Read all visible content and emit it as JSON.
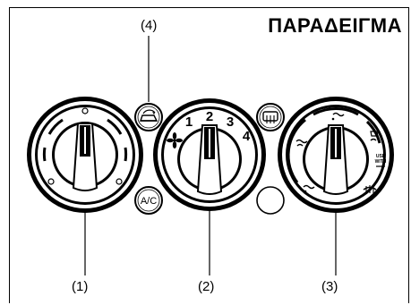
{
  "title": "ΠΑΡΑΔΕΙΓΜΑ",
  "callouts": {
    "c1": "(1)",
    "c2": "(2)",
    "c3": "(3)",
    "c4": "(4)"
  },
  "fan_speeds": [
    "1",
    "2",
    "3",
    "4"
  ],
  "ac_button_label": "A/C",
  "use_with_label": [
    "USE",
    "WITH"
  ]
}
